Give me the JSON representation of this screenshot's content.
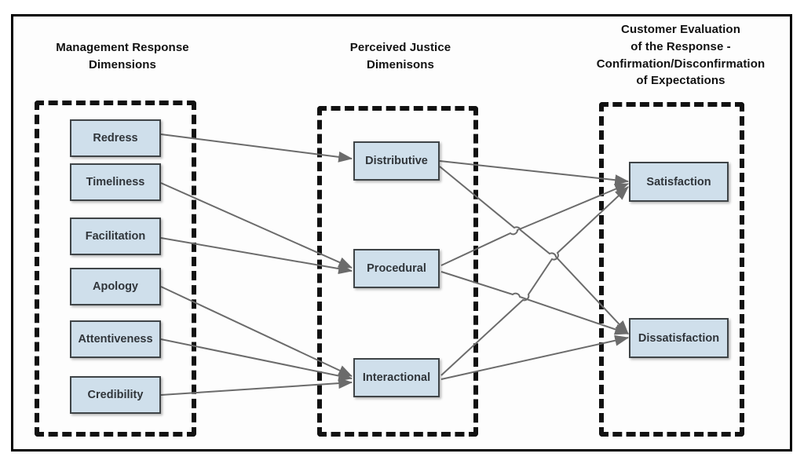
{
  "diagram": {
    "title_absent": true,
    "colors": {
      "node_fill": "#cfdfeb",
      "node_border": "#3f4447",
      "group_border": "#111111",
      "connector": "#6b6b6b",
      "frame": "#000000",
      "background": "#ffffff"
    }
  },
  "columns": [
    {
      "id": "management-response",
      "header_lines": [
        "Management Response",
        "Dimensions"
      ],
      "nodes": [
        {
          "id": "redress",
          "label": "Redress"
        },
        {
          "id": "timeliness",
          "label": "Timeliness"
        },
        {
          "id": "facilitation",
          "label": "Facilitation"
        },
        {
          "id": "apology",
          "label": "Apology"
        },
        {
          "id": "attentiveness",
          "label": "Attentiveness"
        },
        {
          "id": "credibility",
          "label": "Credibility"
        }
      ]
    },
    {
      "id": "perceived-justice",
      "header_lines": [
        "Perceived Justice",
        "Dimenisons"
      ],
      "nodes": [
        {
          "id": "distributive",
          "label": "Distributive"
        },
        {
          "id": "procedural",
          "label": "Procedural"
        },
        {
          "id": "interactional",
          "label": "Interactional"
        }
      ]
    },
    {
      "id": "customer-evaluation",
      "header_lines": [
        "Customer Evaluation",
        "of the Response -",
        "Confirmation/Disconfirmation",
        "of Expectations"
      ],
      "nodes": [
        {
          "id": "satisfaction",
          "label": "Satisfaction"
        },
        {
          "id": "dissatisfaction",
          "label": "Dissatisfaction"
        }
      ]
    }
  ],
  "connections": [
    {
      "from": "redress",
      "to": "distributive"
    },
    {
      "from": "timeliness",
      "to": "procedural"
    },
    {
      "from": "facilitation",
      "to": "procedural"
    },
    {
      "from": "apology",
      "to": "interactional"
    },
    {
      "from": "attentiveness",
      "to": "interactional"
    },
    {
      "from": "credibility",
      "to": "interactional"
    },
    {
      "from": "distributive",
      "to": "satisfaction"
    },
    {
      "from": "distributive",
      "to": "dissatisfaction"
    },
    {
      "from": "procedural",
      "to": "satisfaction"
    },
    {
      "from": "procedural",
      "to": "dissatisfaction"
    },
    {
      "from": "interactional",
      "to": "satisfaction"
    },
    {
      "from": "interactional",
      "to": "dissatisfaction"
    }
  ]
}
